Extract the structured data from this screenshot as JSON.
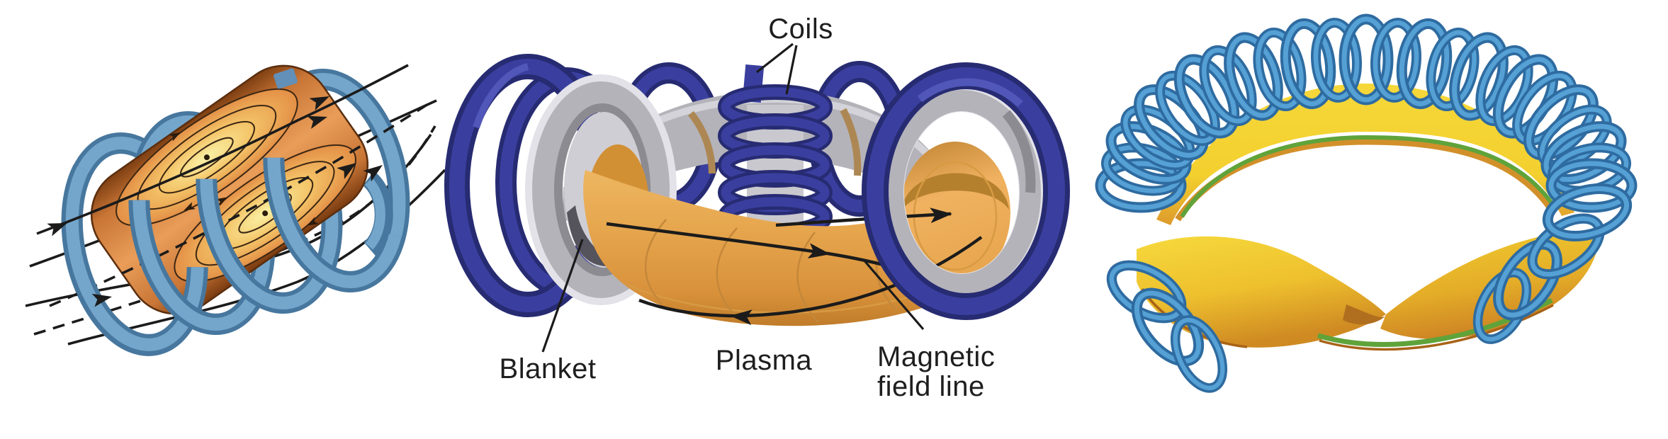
{
  "figure": {
    "background": "#ffffff",
    "panels": [
      {
        "name": "helical-coil-plasma-concept"
      },
      {
        "name": "tokamak-schematic"
      },
      {
        "name": "stellarator-schematic"
      }
    ]
  },
  "labels": {
    "coils": "Coils",
    "blanket": "Blanket",
    "plasma": "Plasma",
    "magnetic_field_line": {
      "full": "Magnetic field line",
      "line1": "Magnetic",
      "line2": "field line"
    }
  },
  "colors": {
    "line_black": "#1b1b1b",
    "tokamak_coil_blue": "#3a3f9f",
    "tokamak_coil_dark": "#272b72",
    "blanket_gray": "#b4b3b9",
    "blanket_gray_light": "#e3e2e8",
    "blanket_gray_dark": "#8c8b91",
    "plasma_orange": "#e6a64e",
    "plasma_orange_dark": "#c07c2a",
    "plasma_face": "#f0b260",
    "concept_coil_blue": "#74a6cb",
    "concept_coil_dark": "#47779e",
    "concept_plasma_hot": "#f9f2a6",
    "concept_plasma_mid": "#e0853f",
    "concept_plasma_dark": "#8a4516",
    "stellarator_coil_blue": "#55a0d4",
    "stellarator_coil_dark": "#2e6ba0",
    "stellarator_plasma_yellow": "#f3d02e",
    "stellarator_plasma_orange": "#cd8324",
    "stellarator_stripe_green": "#5fa33a"
  }
}
